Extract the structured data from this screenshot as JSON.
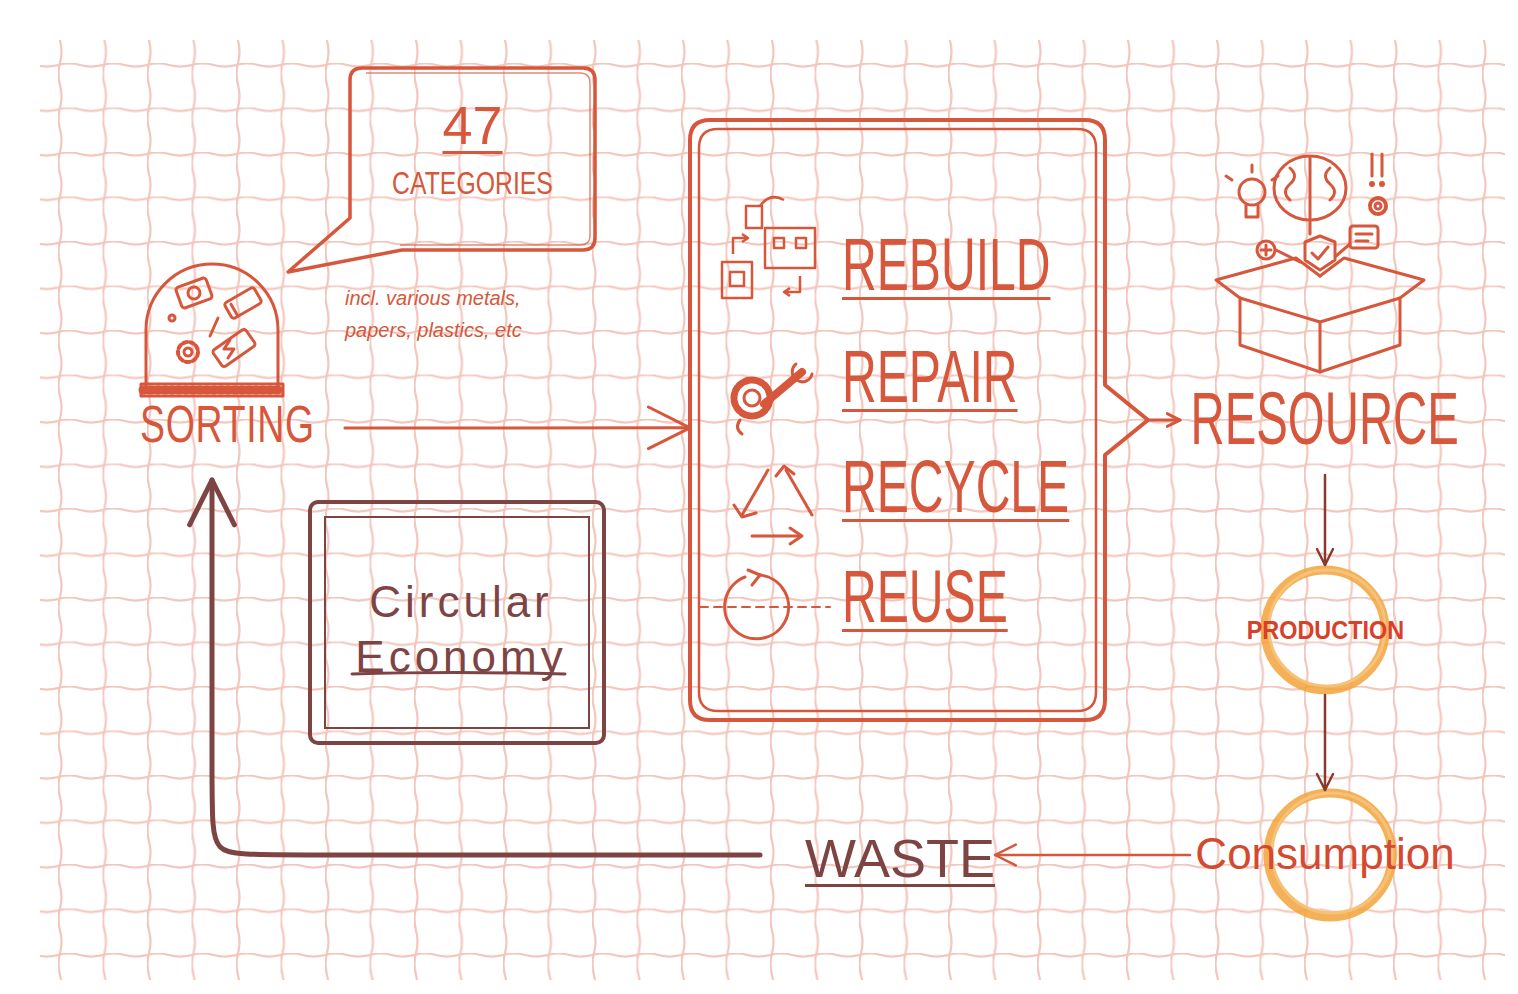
{
  "diagram": {
    "nodes": [
      {
        "text": [
          "47",
          "CATEGORIES"
        ]
      },
      {
        "text": [
          "SORTING"
        ]
      },
      {
        "text": [
          "REBUILD",
          "REPAIR",
          "RECYCLE",
          "REUSE"
        ]
      },
      {
        "text": [
          "RESOURCE"
        ]
      },
      {
        "text": [
          "Circular Economy"
        ]
      },
      {
        "text": [
          "PRODUCTION"
        ]
      },
      {
        "text": [
          "Consumption"
        ]
      },
      {
        "text": [
          "WASTE"
        ]
      }
    ],
    "edges": [
      {
        "from": 1,
        "to": 2,
        "arrow": "to"
      },
      {
        "from": 2,
        "to": 3,
        "arrow": "to"
      },
      {
        "from": 3,
        "to": 5,
        "arrow": "to"
      },
      {
        "from": 5,
        "to": 6,
        "arrow": "to"
      },
      {
        "from": 6,
        "to": 7,
        "arrow": "to"
      },
      {
        "from": 7,
        "to": 1,
        "arrow": "to"
      }
    ],
    "labels": [
      "incl. various metals, papers, plastics, etc"
    ]
  }
}
